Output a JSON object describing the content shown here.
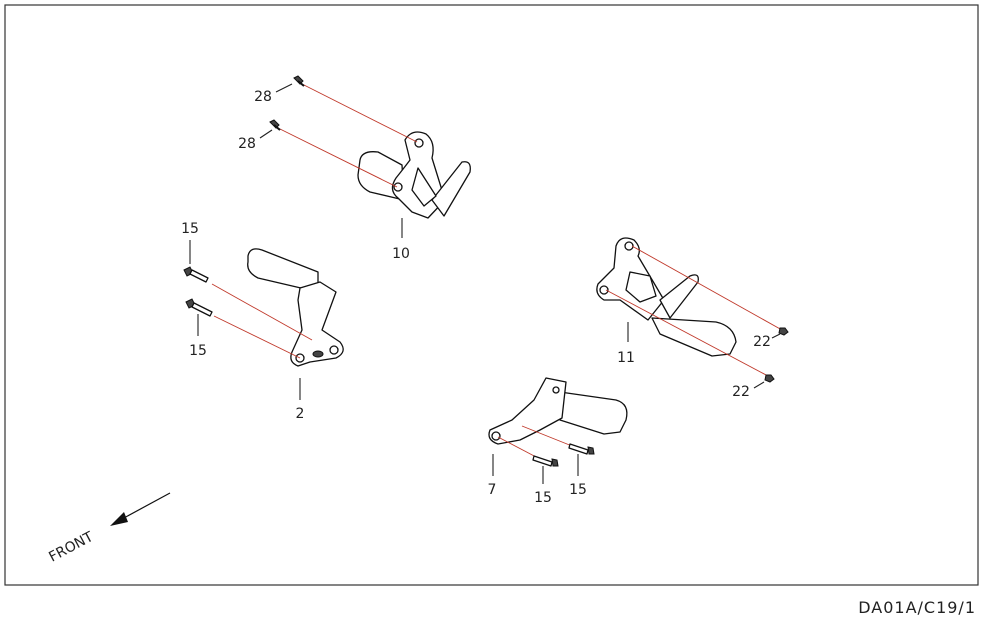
{
  "diagram": {
    "drawing_code": "DA01A/C19/1",
    "direction_label": "FRONT",
    "callouts": [
      {
        "id": "c28a",
        "number": "28"
      },
      {
        "id": "c28b",
        "number": "28"
      },
      {
        "id": "c10",
        "number": "10"
      },
      {
        "id": "c15a",
        "number": "15"
      },
      {
        "id": "c15b",
        "number": "15"
      },
      {
        "id": "c2",
        "number": "2"
      },
      {
        "id": "c11",
        "number": "11"
      },
      {
        "id": "c22a",
        "number": "22"
      },
      {
        "id": "c22b",
        "number": "22"
      },
      {
        "id": "c7",
        "number": "7"
      },
      {
        "id": "c15c",
        "number": "15"
      },
      {
        "id": "c15d",
        "number": "15"
      }
    ],
    "colors": {
      "frame": "#333333",
      "leader_red": "#c0392b"
    }
  }
}
